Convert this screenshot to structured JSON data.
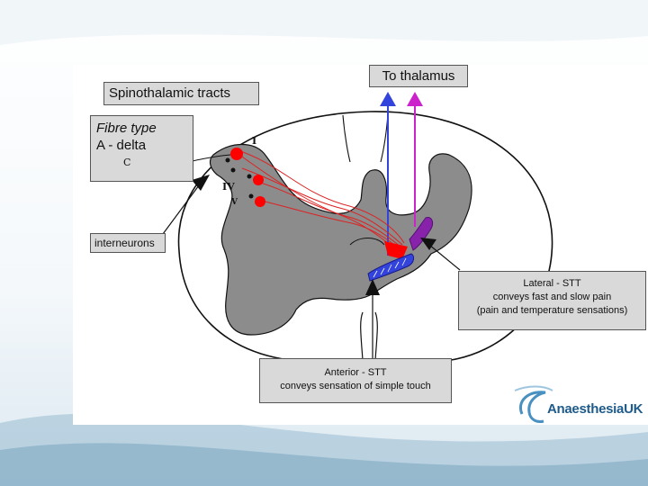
{
  "diagram": {
    "title": "Spinothalamic tracts",
    "fibre_type": {
      "heading": "Fibre type",
      "value": "A - delta",
      "sub": "C"
    },
    "interneurons": "interneurons",
    "to_thalamus": "To thalamus",
    "lamina_labels": [
      "I",
      "IV",
      "V"
    ],
    "lateral_stt": {
      "title": "Lateral - STT",
      "line1": "conveys fast and slow pain",
      "line2": "(pain and temperature sensations)"
    },
    "anterior_stt": {
      "title": "Anterior - STT",
      "line1": "conveys sensation of simple touch"
    },
    "colors": {
      "grey_matter": "#8c8c8c",
      "neuron": "#ff0000",
      "anterior_tract": "#3344dd",
      "lateral_tract": "#8822aa",
      "thalamus_blue": "#3344dd",
      "thalamus_pink": "#cc22cc"
    }
  },
  "logo": {
    "name": "AnaesthesiaUK"
  }
}
